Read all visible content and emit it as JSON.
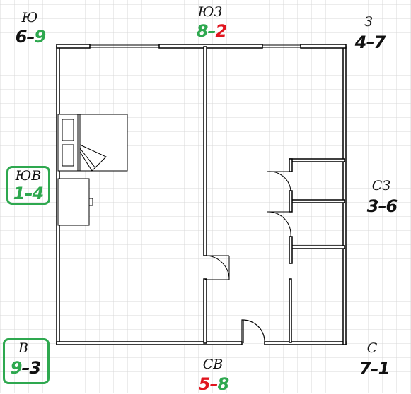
{
  "colors": {
    "green": "#2ea84f",
    "red": "#e0141e",
    "black": "#111111",
    "grid": "#d9d9d9",
    "wall": "#000000"
  },
  "sectors": {
    "yu": {
      "name": "Ю",
      "a": "6",
      "b": "9",
      "a_color": "black",
      "b_color": "green"
    },
    "yuz": {
      "name": "ЮЗ",
      "a": "8",
      "b": "2",
      "a_color": "green",
      "b_color": "red"
    },
    "z": {
      "name": "З",
      "a": "4",
      "b": "7",
      "a_color": "black",
      "b_color": "black"
    },
    "yuv": {
      "name": "ЮВ",
      "a": "1",
      "b": "4",
      "a_color": "green",
      "b_color": "green",
      "highlighted": true
    },
    "sz": {
      "name": "СЗ",
      "a": "3",
      "b": "6",
      "a_color": "black",
      "b_color": "black"
    },
    "v": {
      "name": "В",
      "a": "9",
      "b": "3",
      "a_color": "green",
      "b_color": "black",
      "highlighted": true
    },
    "sv": {
      "name": "СВ",
      "a": "5",
      "b": "8",
      "a_color": "red",
      "b_color": "green"
    },
    "s": {
      "name": "С",
      "a": "7",
      "b": "1",
      "a_color": "black",
      "b_color": "black"
    }
  }
}
